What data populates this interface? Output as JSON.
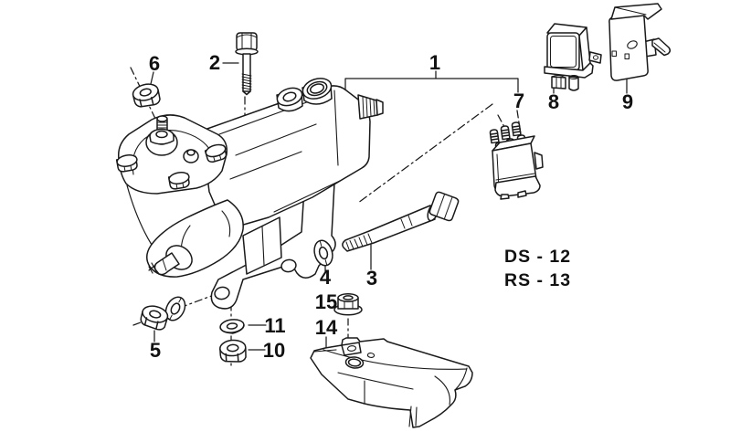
{
  "diagram": {
    "type": "exploded-parts-line-drawing",
    "subject": "steering gear assembly",
    "background_color": "#ffffff",
    "ink_color": "#1a1a1a"
  },
  "callouts": {
    "c1": "1",
    "c2": "2",
    "c3": "3",
    "c4": "4",
    "c5": "5",
    "c6": "6",
    "c7": "7",
    "c8": "8",
    "c9": "9",
    "c10": "10",
    "c11": "11",
    "c14": "14",
    "c15": "15"
  },
  "legend": {
    "line1": "DS - 12",
    "line2": "RS - 13"
  }
}
